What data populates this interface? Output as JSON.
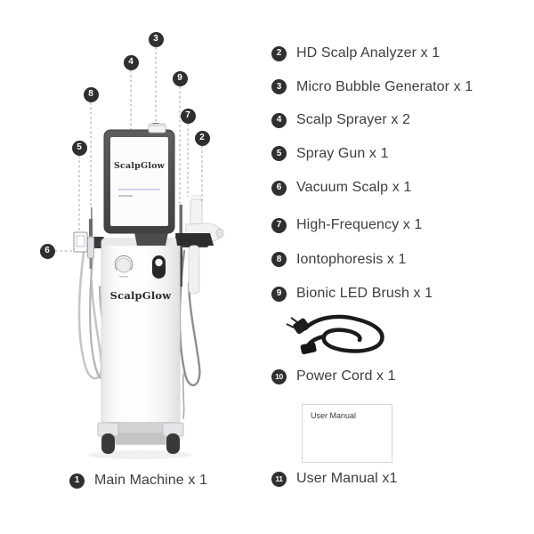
{
  "machine": {
    "screen_logo": "ScalpGlow",
    "body_logo": "ScalpGlow",
    "main_label": {
      "number": "1",
      "label": "Main Machine x 1"
    }
  },
  "parts_list": [
    {
      "number": "2",
      "label": "HD Scalp Analyzer x 1"
    },
    {
      "number": "3",
      "label": "Micro Bubble Generator x 1"
    },
    {
      "number": "4",
      "label": "Scalp Sprayer x 2"
    },
    {
      "number": "5",
      "label": "Spray Gun x 1"
    },
    {
      "number": "6",
      "label": "Vacuum Scalp x 1"
    },
    {
      "number": "7",
      "label": "High-Frequency x 1"
    },
    {
      "number": "8",
      "label": "Iontophoresis x 1"
    },
    {
      "number": "9",
      "label": "Bionic LED Brush x 1"
    },
    {
      "number": "10",
      "label": "Power Cord x 1"
    },
    {
      "number": "11",
      "label": "User Manual x1"
    }
  ],
  "manual_thumbnail_label": "User Manual",
  "colors": {
    "background": "#ffffff",
    "callout_circle": "#2f2f31",
    "label_text": "#3e3e40",
    "dashed_line": "#a8a8ab",
    "screen_divider_accent": "#c8c3e7"
  }
}
